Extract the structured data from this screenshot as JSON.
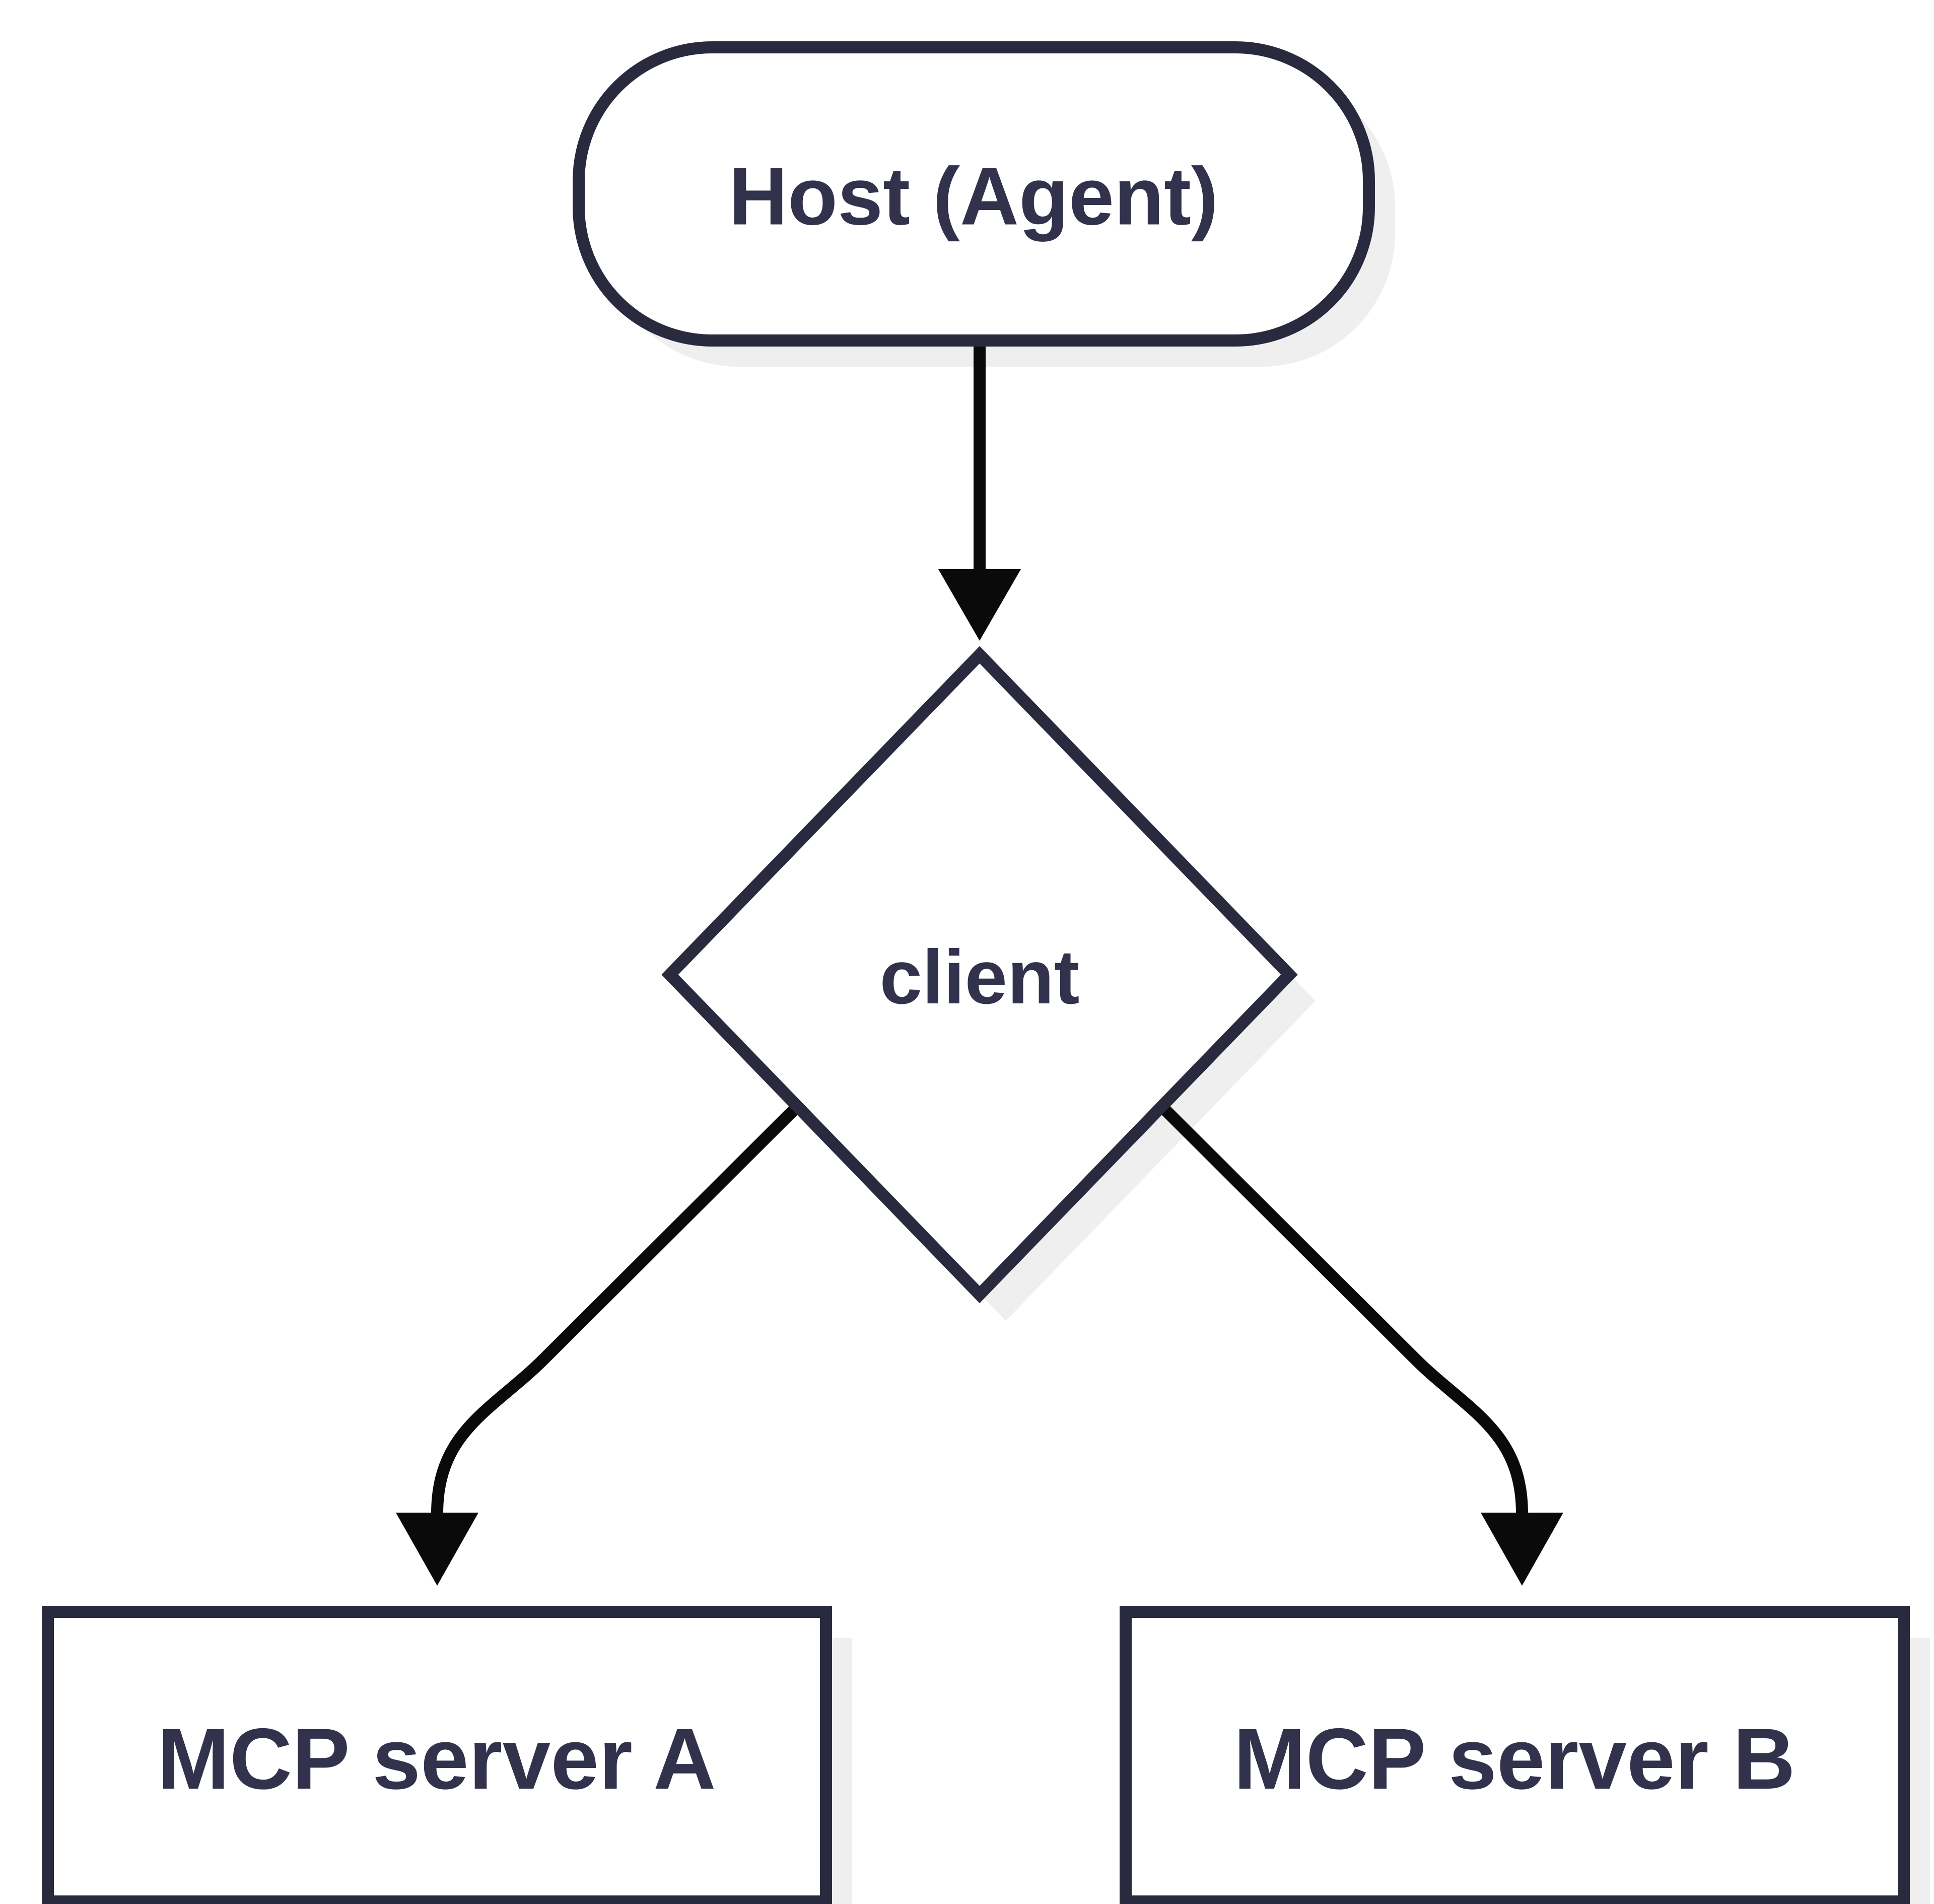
{
  "diagram": {
    "type": "flowchart",
    "direction": "top-down",
    "nodes": [
      {
        "id": "host",
        "label": "Host (Agent)",
        "shape": "stadium"
      },
      {
        "id": "client",
        "label": "client",
        "shape": "diamond"
      },
      {
        "id": "serverA",
        "label": "MCP server A",
        "shape": "rectangle"
      },
      {
        "id": "serverB",
        "label": "MCP server B",
        "shape": "rectangle"
      }
    ],
    "edges": [
      {
        "from": "host",
        "to": "client",
        "arrow": "filled-triangle"
      },
      {
        "from": "client",
        "to": "serverA",
        "arrow": "filled-triangle"
      },
      {
        "from": "client",
        "to": "serverB",
        "arrow": "filled-triangle"
      }
    ],
    "colors": {
      "background": "#ffffff",
      "node_fill": "#ffffff",
      "node_stroke": "#2a2a3e",
      "label_text": "#32324c",
      "edge": "#0a0a0a",
      "shadow": "#efefef"
    }
  }
}
